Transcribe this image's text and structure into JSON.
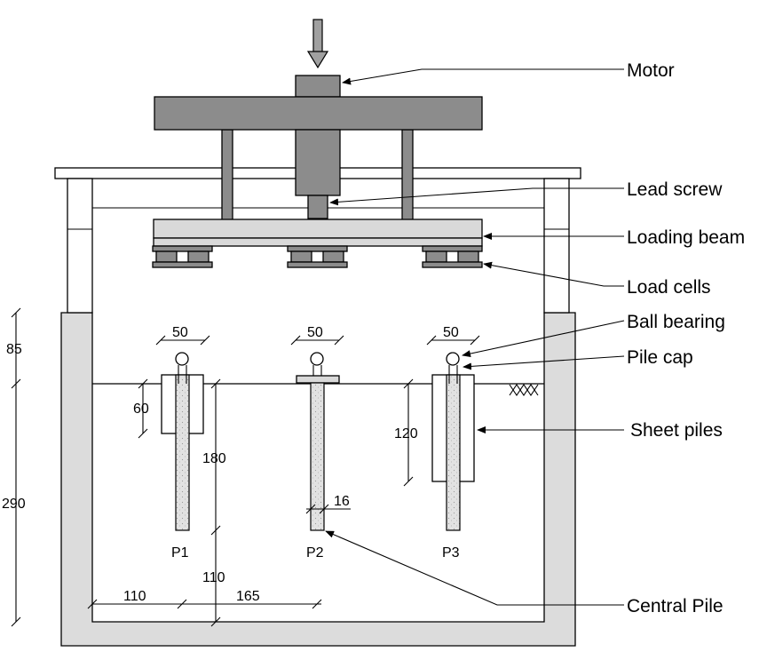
{
  "labels": {
    "motor": "Motor",
    "lead_screw": "Lead screw",
    "loading_beam": "Loading beam",
    "load_cells": "Load cells",
    "ball_bearing": "Ball bearing",
    "pile_cap": "Pile cap",
    "sheet_piles": "Sheet piles",
    "central_pile": "Central Pile"
  },
  "piles": {
    "p1": "P1",
    "p2": "P2",
    "p3": "P3"
  },
  "dimensions": {
    "cap_width_p1": "50",
    "cap_width_p2": "50",
    "cap_width_p3": "50",
    "top_depth": "85",
    "soil_depth": "290",
    "sheet_depth_p1": "60",
    "pile_length": "180",
    "sheet_depth_p3": "120",
    "pile_diameter": "16",
    "base_clearance": "110",
    "wall_to_p1": "110",
    "p1_to_p2": "165"
  }
}
